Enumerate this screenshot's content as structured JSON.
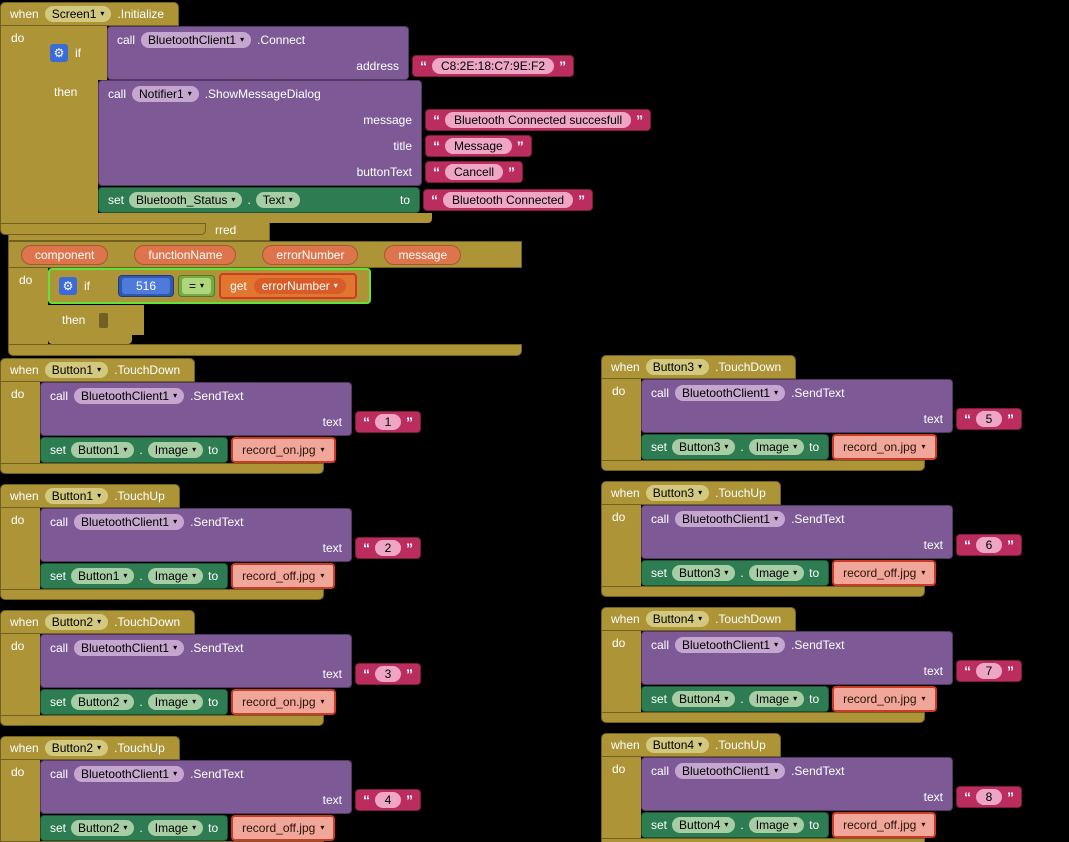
{
  "palette": {
    "bg": "#000000",
    "gold": "#AC9437",
    "gold-field": "#D3C97E",
    "purple": "#7D5A96",
    "purple-field": "#C5A6CF",
    "set-green": "#2E7D52",
    "green-field": "#A6CDA4",
    "magenta": "#BC2D5F",
    "pink-field": "#EFA6C4",
    "blue": "#2F58B0",
    "blue-field": "#4E7ADB",
    "logic-green": "#76AB44",
    "logic-field": "#AFD57D",
    "var-orange": "#E0762F",
    "var-field": "#D85C28",
    "var-border": "#D03A23",
    "pill": "#DD744B",
    "salmon": "#F0A79A",
    "salmon-border": "#CE3A28",
    "select": "#61E33B",
    "gear-blue": "#3A6BD6"
  },
  "icons": {
    "gear": "⚙",
    "dropdown": "▾",
    "quote_open": "“",
    "quote_close": "”"
  },
  "labels": {
    "when": "when",
    "do": "do",
    "then": "then",
    "if": "if",
    "call": "call",
    "set": "set",
    "to": "to",
    "get": "get",
    "dot": "."
  },
  "screen_init": {
    "component": "Screen1",
    "event": ".Initialize",
    "bt_connect": {
      "component": "BluetoothClient1",
      "method": ".Connect",
      "param": "address",
      "value": "C8:2E:18:C7:9E:F2"
    },
    "notifier": {
      "component": "Notifier1",
      "method": ".ShowMessageDialog",
      "params": [
        {
          "label": "message",
          "value": "Bluetooth Connected succesfull"
        },
        {
          "label": "title",
          "value": "Message"
        },
        {
          "label": "buttonText",
          "value": "Cancell"
        }
      ]
    },
    "set_status": {
      "component": "Bluetooth_Status",
      "property": "Text",
      "value": "Bluetooth Connected"
    }
  },
  "error_handler": {
    "header_fragment": "rred",
    "params": [
      "component",
      "functionName",
      "errorNumber",
      "message"
    ],
    "condition": {
      "number": "516",
      "operator": "=",
      "variable": "errorNumber"
    }
  },
  "handler_common": {
    "client": "BluetoothClient1",
    "method": ".SendText",
    "text_param": "text",
    "property": "Image"
  },
  "handlers_left": [
    {
      "component": "Button1",
      "event": ".TouchDown",
      "send_value": "1",
      "image_value": "record_on.jpg"
    },
    {
      "component": "Button1",
      "event": ".TouchUp",
      "send_value": "2",
      "image_value": "record_off.jpg"
    },
    {
      "component": "Button2",
      "event": ".TouchDown",
      "send_value": "3",
      "image_value": "record_on.jpg"
    },
    {
      "component": "Button2",
      "event": ".TouchUp",
      "send_value": "4",
      "image_value": "record_off.jpg"
    }
  ],
  "handlers_right": [
    {
      "component": "Button3",
      "event": ".TouchDown",
      "send_value": "5",
      "image_value": "record_on.jpg"
    },
    {
      "component": "Button3",
      "event": ".TouchUp",
      "send_value": "6",
      "image_value": "record_off.jpg"
    },
    {
      "component": "Button4",
      "event": ".TouchDown",
      "send_value": "7",
      "image_value": "record_on.jpg"
    },
    {
      "component": "Button4",
      "event": ".TouchUp",
      "send_value": "8",
      "image_value": "record_off.jpg"
    }
  ]
}
